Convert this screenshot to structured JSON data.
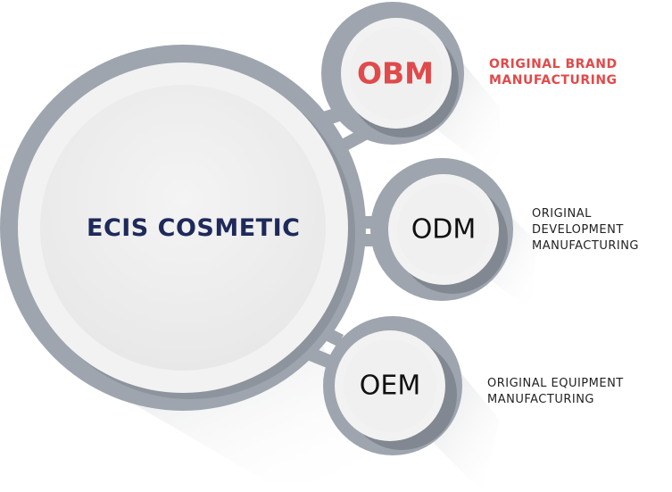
{
  "center": {
    "brand": "ECIS COSMETIC"
  },
  "nodes": [
    {
      "code": "OBM",
      "label_lines": [
        "ORIGINAL BRAND",
        "MANUFACTURING"
      ],
      "accent": "#e04a4a"
    },
    {
      "code": "ODM",
      "label_lines": [
        "ORIGINAL",
        "DEVELOPMENT",
        "MANUFACTURING"
      ],
      "accent": "#222222"
    },
    {
      "code": "OEM",
      "label_lines": [
        "ORIGINAL EQUIPMENT",
        "MANUFACTURING"
      ],
      "accent": "#222222"
    }
  ],
  "colors": {
    "ring": "#9ea5ae",
    "disc": "#f1f1f1",
    "shadow": "#e6e7e9",
    "brand": "#1e2a5a"
  }
}
